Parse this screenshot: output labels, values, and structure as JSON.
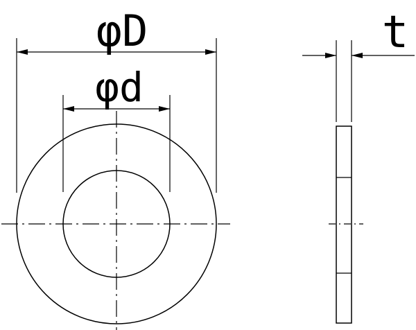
{
  "labels": {
    "outer_diameter": "φD",
    "inner_diameter": "φd",
    "thickness": "t"
  }
}
